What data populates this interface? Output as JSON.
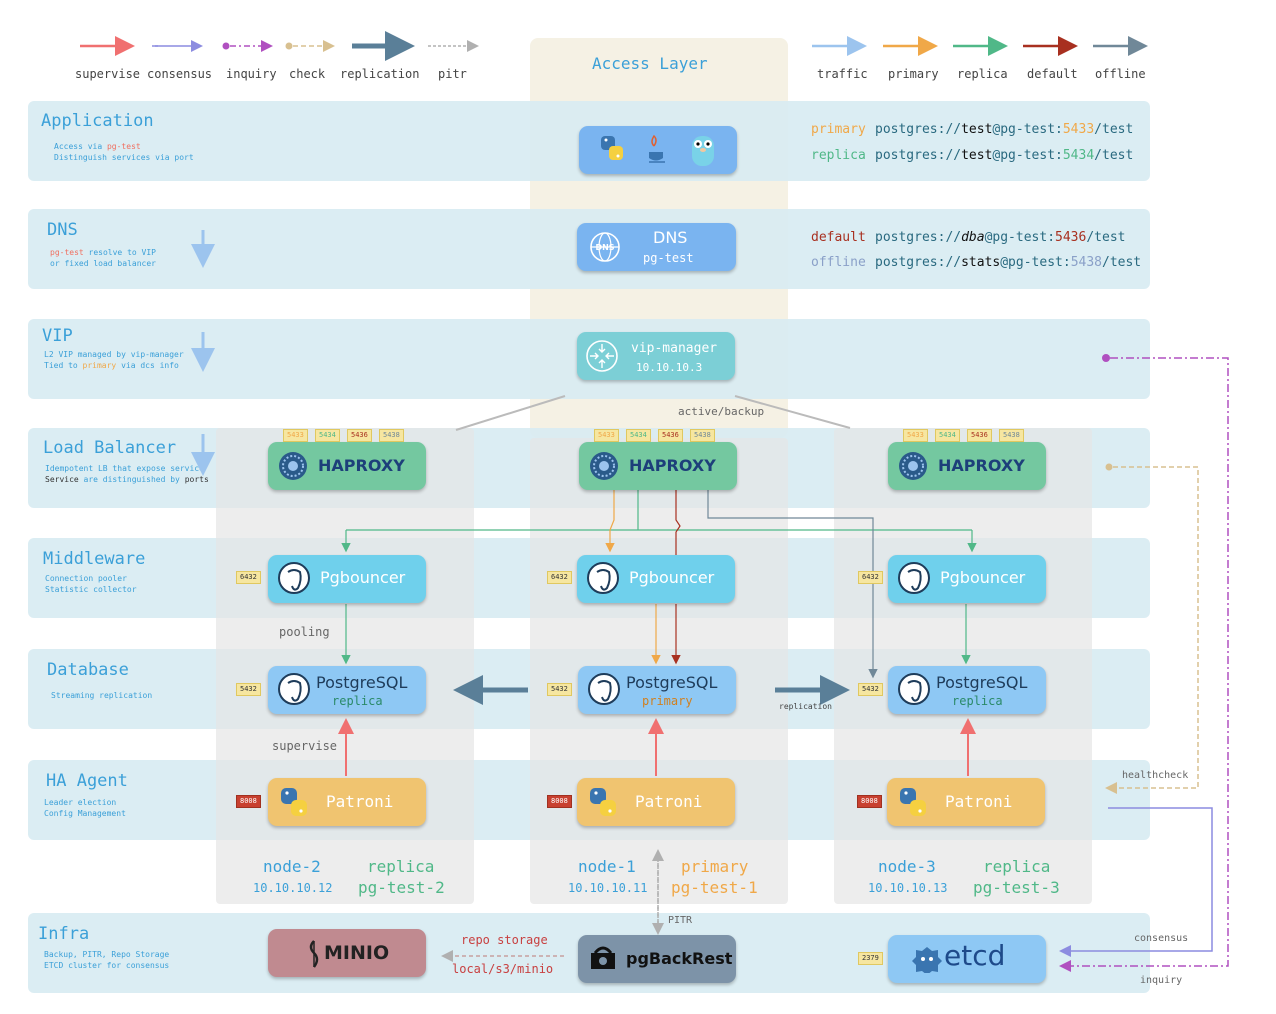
{
  "legend_left": {
    "supervise": "supervise",
    "consensus": "consensus",
    "inquiry": "inquiry",
    "check": "check",
    "replication": "replication",
    "pitr": "pitr"
  },
  "legend_right": {
    "traffic": "traffic",
    "primary": "primary",
    "replica": "replica",
    "default": "default",
    "offline": "offline"
  },
  "access_layer": "Access Layer",
  "layers": {
    "application": {
      "title": "Application",
      "desc1a": "Access via ",
      "desc1b": "pg-test",
      "desc2": "Distinguish services via port"
    },
    "dns": {
      "title": "DNS",
      "desc1a": "pg-test",
      "desc1b": " resolve to VIP",
      "desc2": "or fixed load balancer"
    },
    "vip": {
      "title": "VIP",
      "desc1": "L2 VIP managed by vip-manager",
      "desc2a": "Tied to ",
      "desc2b": "primary",
      "desc2c": " via dcs info"
    },
    "lb": {
      "title": "Load Balancer",
      "desc1": "Idempotent LB that expose service",
      "desc2a": "Service",
      "desc2b": " are distinguished by ",
      "desc2c": "ports"
    },
    "middleware": {
      "title": "Middleware",
      "desc1": "Connection pooler",
      "desc2": "Statistic collector"
    },
    "database": {
      "title": "Database",
      "desc1": "Streaming replication"
    },
    "ha": {
      "title": "HA Agent",
      "desc1": "Leader election",
      "desc2": "Config Management"
    },
    "infra": {
      "title": "Infra",
      "desc1": "Backup, PITR, Repo Storage",
      "desc2": "ETCD cluster for consensus"
    }
  },
  "connections": [
    {
      "role": "primary",
      "scheme": "postgres://",
      "user": "test",
      "host": "@pg-test:",
      "port": "5433",
      "db": "/test"
    },
    {
      "role": "replica",
      "scheme": "postgres://",
      "user": "test",
      "host": "@pg-test:",
      "port": "5434",
      "db": "/test"
    },
    {
      "role": "default",
      "scheme": "postgres://",
      "user": "dba",
      "host": "@pg-test:",
      "port": "5436",
      "db": "/test"
    },
    {
      "role": "offline",
      "scheme": "postgres://",
      "user": "stats",
      "host": "@pg-test:",
      "port": "5438",
      "db": "/test"
    }
  ],
  "dns_box": {
    "title": "DNS",
    "sub": "pg-test",
    "icon": "DNS"
  },
  "vip_box": {
    "title": "vip-manager",
    "ip": "10.10.10.3"
  },
  "active_backup": "active/backup",
  "haproxy_label": "HAPROXY",
  "haproxy_ports": [
    "5433",
    "5434",
    "5436",
    "5438"
  ],
  "pgbouncer_label": "Pgbouncer",
  "pgbouncer_port": "6432",
  "postgres_label": "PostgreSQL",
  "postgres_port": "5432",
  "patroni_label": "Patroni",
  "patroni_port": "8008",
  "nodes": [
    {
      "node": "node-2",
      "ip": "10.10.10.12",
      "role": "replica",
      "name": "pg-test-2"
    },
    {
      "node": "node-1",
      "ip": "10.10.10.11",
      "role": "primary",
      "name": "pg-test-1"
    },
    {
      "node": "node-3",
      "ip": "10.10.10.13",
      "role": "replica",
      "name": "pg-test-3"
    }
  ],
  "pooling": "pooling",
  "supervise": "supervise",
  "replication": "replication",
  "healthcheck": "healthcheck",
  "consensus": "consensus",
  "inquiry": "inquiry",
  "pitr": "PITR",
  "minio_label": "MINIO",
  "repo_storage": "repo storage",
  "repo_path": "local/s3/minio",
  "pgbackrest_label": "pgBackRest",
  "etcd_label": "etcd",
  "etcd_port": "2379",
  "colors": {
    "supervise": "#f07070",
    "consensus": "#8c8ce0",
    "inquiry": "#b050c0",
    "check": "#d8c090",
    "replication": "#5a7f98",
    "pitr": "#b0b0b0",
    "traffic": "#9cc4ee",
    "primary": "#f0a848",
    "replica": "#50b888",
    "default": "#a83020",
    "offline": "#708898"
  }
}
